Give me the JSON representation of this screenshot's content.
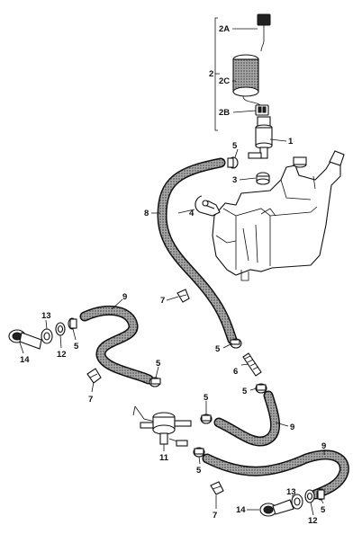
{
  "labels": {
    "p2": "2",
    "p2a": "2A",
    "p2b": "2B",
    "p2c": "2C",
    "p1": "1",
    "p3": "3",
    "p4": "4",
    "p5": "5",
    "p6": "6",
    "p7": "7",
    "p8": "8",
    "p9": "9",
    "p11": "11",
    "p12": "12",
    "p13": "13",
    "p14": "14"
  },
  "colors": {
    "hose_fill": "#9a9a9a",
    "hose_stroke": "#111111",
    "background": "#ffffff"
  }
}
